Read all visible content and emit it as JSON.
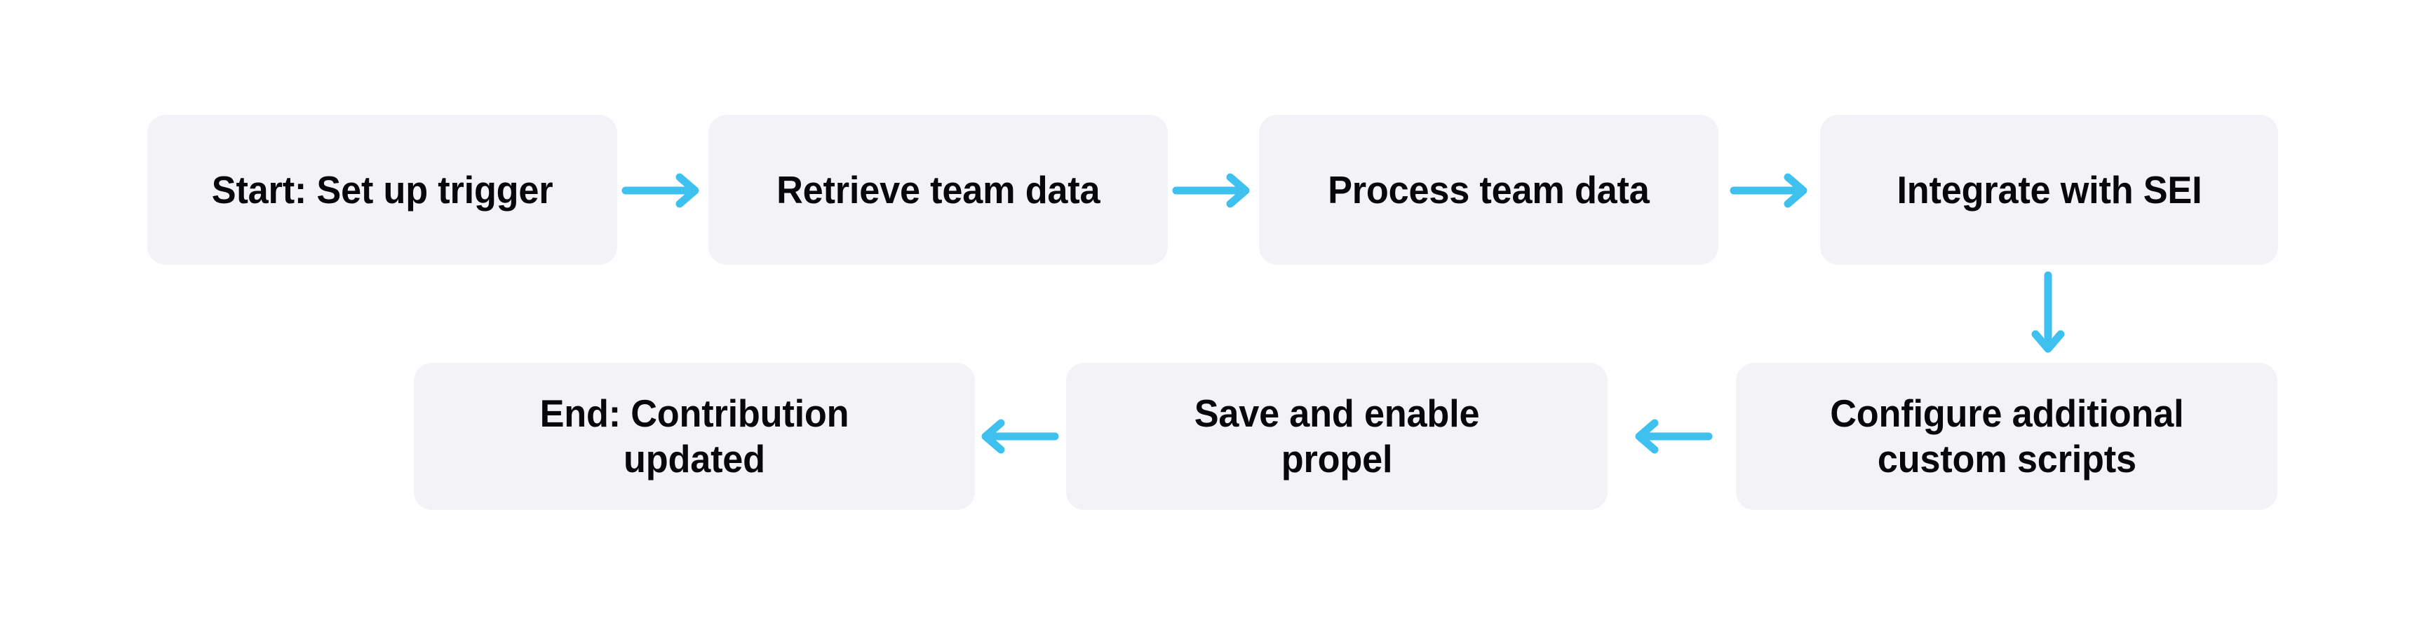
{
  "diagram": {
    "title": "SEI contribution workflow flowchart",
    "background_color": "#ffffff",
    "node_fill_color": "#f2f2f7",
    "node_text_color": "#07080a",
    "arrow_color": "#3fc1f0",
    "nodes": [
      {
        "id": "start",
        "label": "Start: Set up trigger",
        "row": "top",
        "order": 1
      },
      {
        "id": "retrieve",
        "label": "Retrieve team data",
        "row": "top",
        "order": 2
      },
      {
        "id": "process",
        "label": "Process team data",
        "row": "top",
        "order": 3
      },
      {
        "id": "integrate",
        "label": "Integrate with SEI",
        "row": "top",
        "order": 4
      },
      {
        "id": "configure",
        "label": "Configure additional\ncustom scripts",
        "row": "bottom",
        "order": 5
      },
      {
        "id": "save",
        "label": "Save and enable\npropel",
        "row": "bottom",
        "order": 6
      },
      {
        "id": "end",
        "label": "End: Contribution\nupdated",
        "row": "bottom",
        "order": 7
      }
    ],
    "edges": [
      {
        "id": "e1",
        "from": "start",
        "to": "retrieve",
        "direction": "right"
      },
      {
        "id": "e2",
        "from": "retrieve",
        "to": "process",
        "direction": "right"
      },
      {
        "id": "e3",
        "from": "process",
        "to": "integrate",
        "direction": "right"
      },
      {
        "id": "e4",
        "from": "integrate",
        "to": "configure",
        "direction": "down"
      },
      {
        "id": "e5",
        "from": "configure",
        "to": "save",
        "direction": "left"
      },
      {
        "id": "e6",
        "from": "save",
        "to": "end",
        "direction": "left"
      }
    ]
  }
}
